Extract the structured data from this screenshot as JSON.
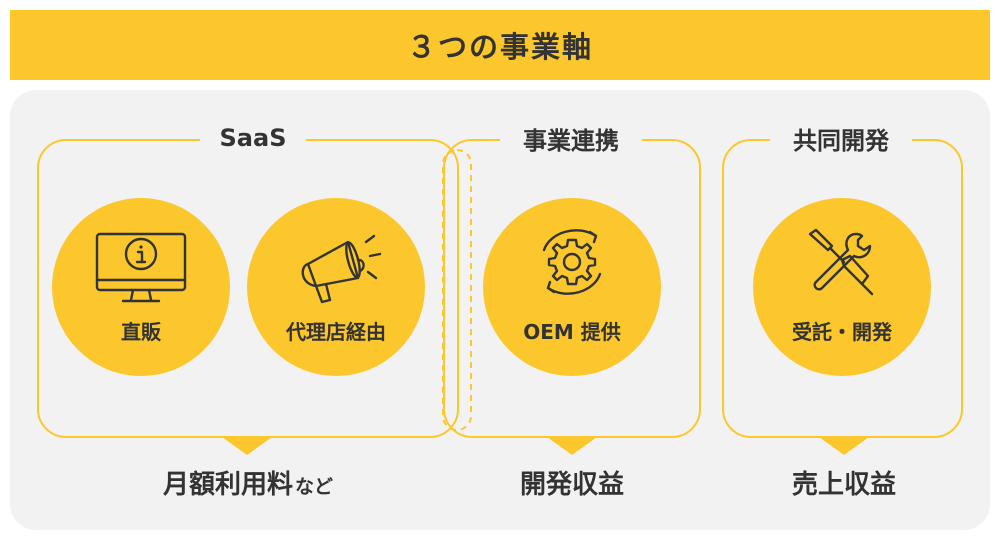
{
  "title": "３つの事業軸",
  "groups": {
    "saas": {
      "label": "SaaS"
    },
    "partnership": {
      "label": "事業連携"
    },
    "joint_dev": {
      "label": "共同開発"
    }
  },
  "items": [
    {
      "label": "直販",
      "icon": "monitor-info-icon"
    },
    {
      "label": "代理店経由",
      "icon": "megaphone-icon"
    },
    {
      "label": "OEM 提供",
      "icon": "gear-cycle-icon"
    },
    {
      "label": "受託・開発",
      "icon": "wrench-screwdriver-icon"
    }
  ],
  "revenues": {
    "subscription": {
      "main": "月額利用料",
      "suffix": "など"
    },
    "development": {
      "main": "開発収益"
    },
    "sales": {
      "main": "売上収益"
    }
  },
  "colors": {
    "accent": "#FBC72C",
    "panel": "#F2F2F2",
    "text": "#333333"
  }
}
